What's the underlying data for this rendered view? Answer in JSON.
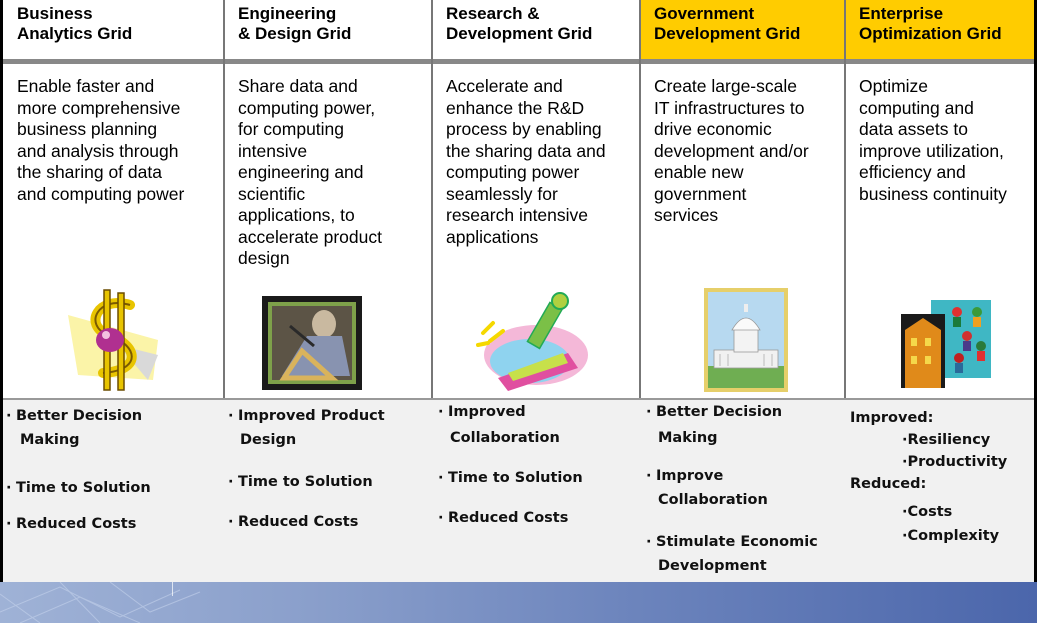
{
  "columns": [
    {
      "head": [
        "Business",
        "Analytics Grid"
      ],
      "desc": [
        "Enable faster and",
        "more comprehensive",
        "business planning",
        "and analysis through",
        "the sharing of data",
        "and computing power"
      ],
      "icon": "dollar-sign-clipart-icon"
    },
    {
      "head": [
        "Engineering",
        "& Design Grid"
      ],
      "desc": [
        "Share data and",
        "computing power,",
        "for computing",
        "intensive",
        "engineering and",
        "scientific",
        "applications, to",
        "accelerate product",
        "design"
      ],
      "icon": "engineer-drafting-clipart-icon"
    },
    {
      "head": [
        "Research &",
        "Development Grid"
      ],
      "desc": [
        "Accelerate and",
        "enhance the R&D",
        "process by enabling",
        "the sharing data and",
        "computing power",
        "seamlessly for",
        "research intensive",
        "applications"
      ],
      "icon": "microscope-clipart-icon"
    },
    {
      "head": [
        "Government",
        "Development Grid"
      ],
      "desc": [
        "Create large-scale",
        "IT infrastructures to",
        "drive economic",
        "development and/or",
        "enable new",
        "government",
        "services"
      ],
      "icon": "capitol-building-clipart-icon"
    },
    {
      "head": [
        "Enterprise",
        "Optimization Grid"
      ],
      "desc": [
        "Optimize",
        "computing and",
        "data assets to",
        "improve utilization,",
        "efficiency and",
        "business continuity"
      ],
      "icon": "enterprise-people-clipart-icon"
    }
  ],
  "benefits": [
    [
      "·",
      "Better Decision",
      "Making",
      "·",
      "Time to Solution",
      "·",
      "Reduced Costs"
    ],
    [
      "·",
      "Improved Product",
      "Design",
      "·",
      "Time to Solution",
      "·",
      "Reduced Costs"
    ],
    [
      "·",
      "Improved",
      "Collaboration",
      "·",
      "Time to Solution",
      "·",
      "Reduced Costs"
    ],
    [
      "·",
      "Better Decision",
      "Making",
      "·",
      "Improve",
      "Collaboration",
      "·",
      "Stimulate Economic",
      "Development"
    ],
    [
      "Improved:",
      "·Resiliency",
      "·Productivity",
      "Reduced:",
      "·Costs",
      "·Complexity"
    ]
  ],
  "colors": {
    "header_highlight": "#ffcc00",
    "benefit_bg": "#f1f1f1",
    "footer_blue": "#6d85bd"
  }
}
